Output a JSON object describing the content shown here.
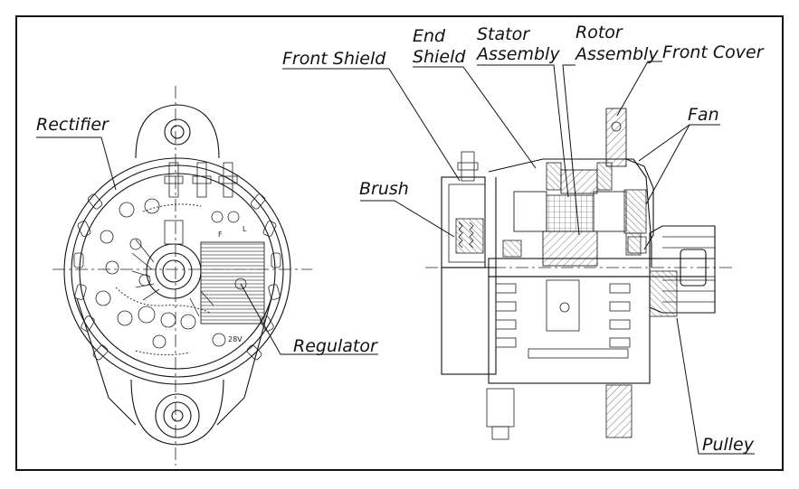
{
  "diagram": {
    "labels": {
      "rectifier": "Rectifier",
      "regulator": "Regulator",
      "front_shield": "Front Shield",
      "end_shield_1": "End",
      "end_shield_2": "Shield",
      "stator_1": "Stator",
      "stator_2": "Assembly",
      "rotor_1": "Rotor",
      "rotor_2": "Assembly",
      "front_cover": "Front Cover",
      "fan": "Fan",
      "brush": "Brush",
      "pulley": "Pulley"
    },
    "board_marks": {
      "f": "F",
      "l": "L",
      "voltage": "28V"
    }
  }
}
